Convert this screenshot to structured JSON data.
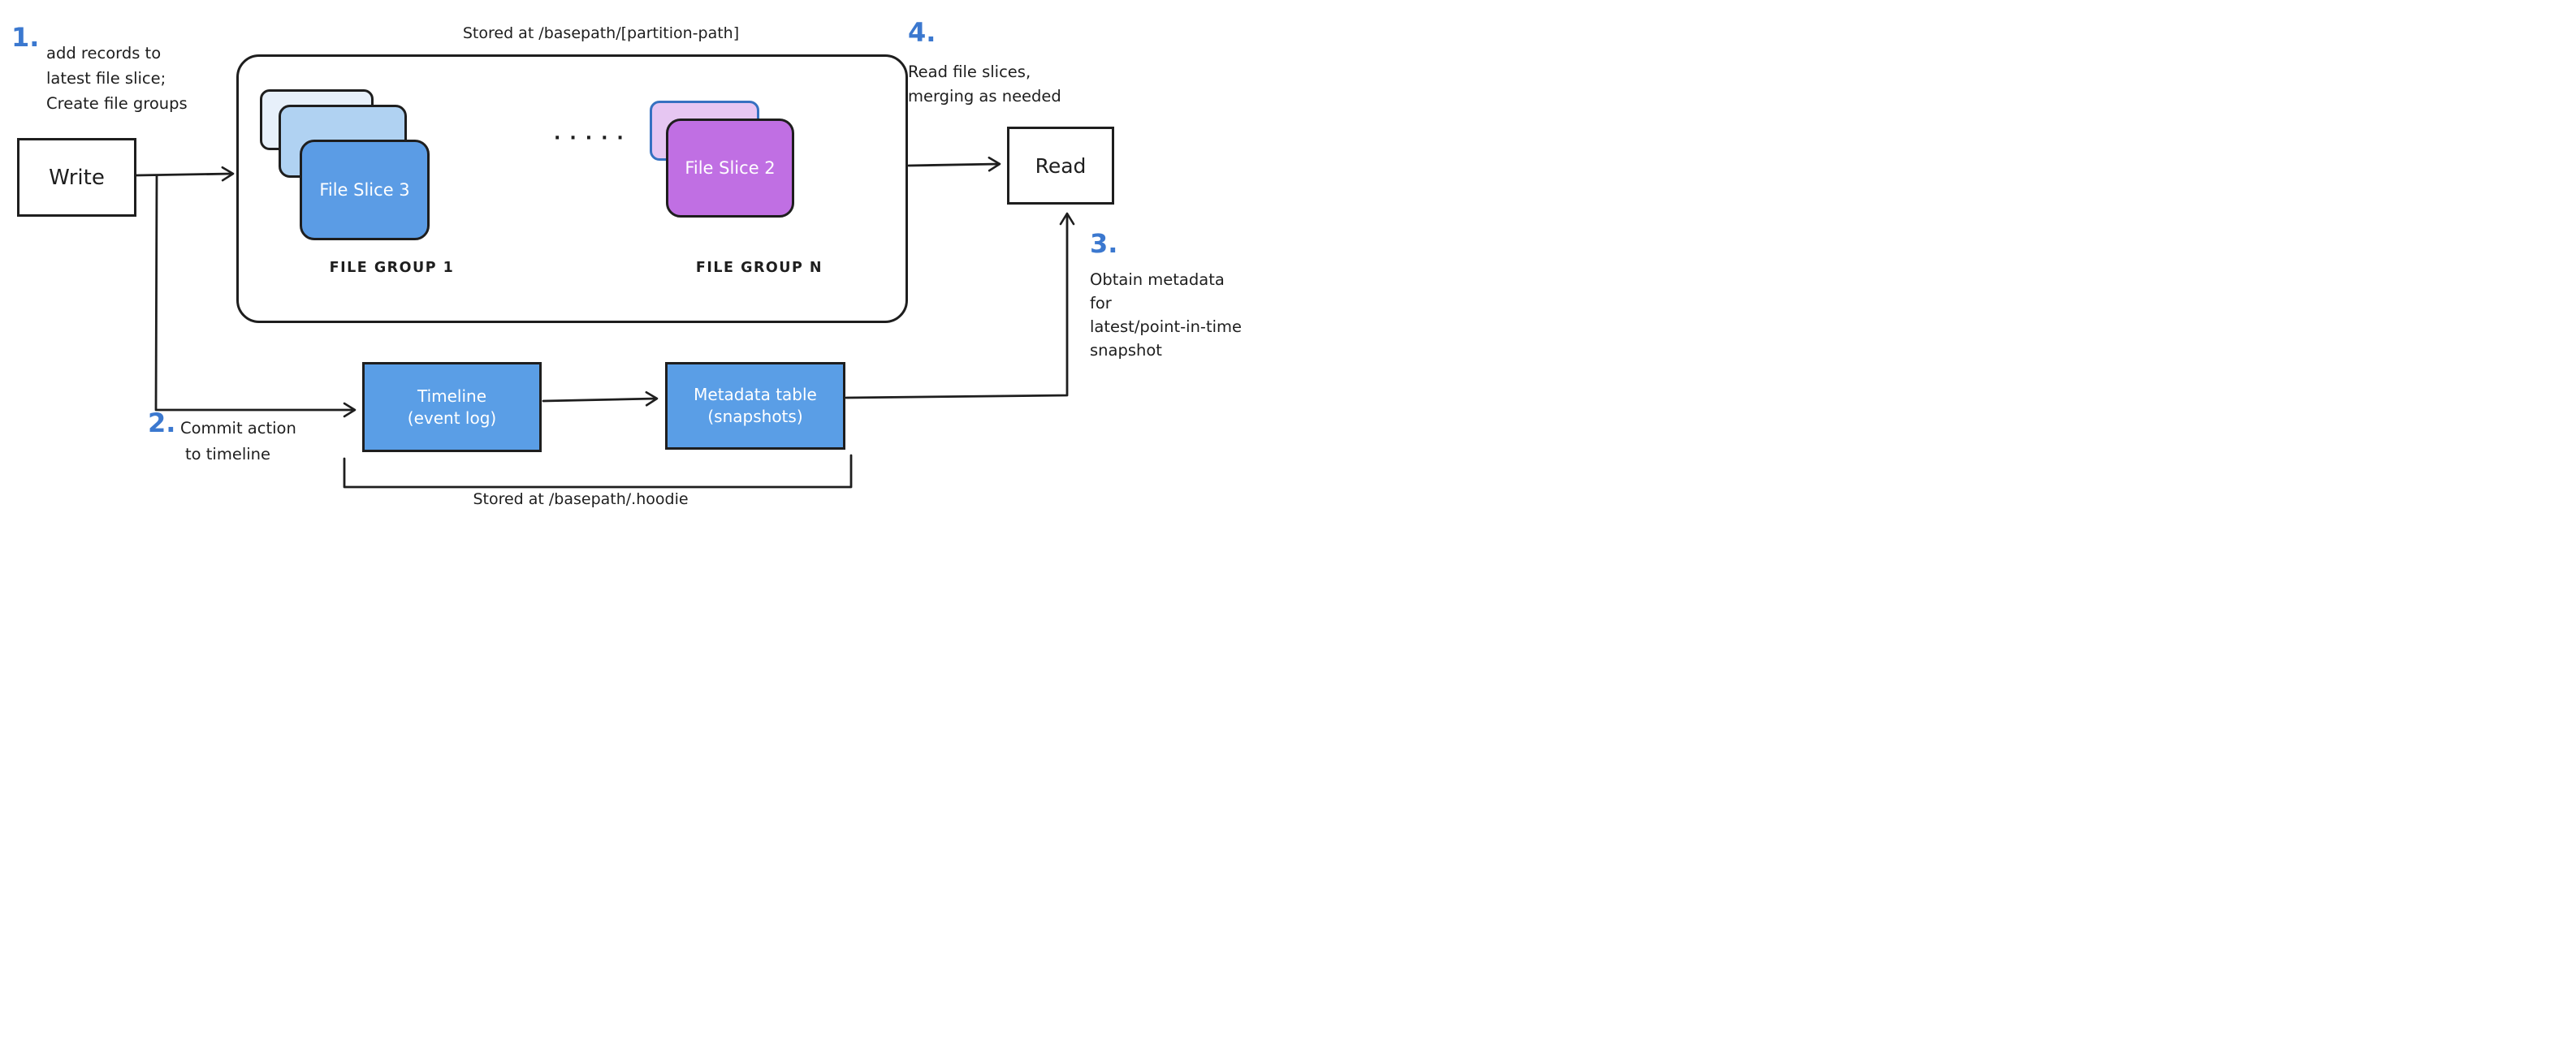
{
  "title_captions": {
    "partition_caption": "Stored at /basepath/[partition-path]",
    "hoodie_caption": "Stored at /basepath/.hoodie"
  },
  "steps": [
    {
      "number": "1.",
      "lines": [
        "add records to",
        "latest file slice;",
        "Create file groups"
      ]
    },
    {
      "number": "2.",
      "lines": [
        "Commit action",
        "to timeline"
      ]
    },
    {
      "number": "3.",
      "lines": [
        "Obtain metadata",
        "for",
        "latest/point-in-time",
        "snapshot"
      ]
    },
    {
      "number": "4.",
      "lines": [
        "Read file slices,",
        "merging as needed"
      ]
    }
  ],
  "nodes": {
    "write": {
      "label": "Write"
    },
    "read": {
      "label": "Read"
    },
    "timeline": {
      "line1": "Timeline",
      "line2": "(event log)"
    },
    "metadata": {
      "line1": "Metadata table",
      "line2": "(snapshots)"
    }
  },
  "file_groups": [
    {
      "label": "FILE GROUP 1",
      "front_slice_label": "File Slice 3"
    },
    {
      "label": "FILE GROUP N",
      "front_slice_label": "File Slice 2"
    }
  ],
  "ellipsis": "·····",
  "colors": {
    "ink": "#1e1e1e",
    "step_number_blue": "#3b78cf",
    "node_blue": "#5a9ee6",
    "slice_front_blue": "#5b9ce5",
    "slice_mid_blue": "#b0d2f2",
    "slice_light_blue": "#e7f0fa",
    "slice_front_purple": "#c06fe3",
    "slice_back_lilac": "#e6c6f2",
    "lilac_card_border": "#3671c1"
  }
}
